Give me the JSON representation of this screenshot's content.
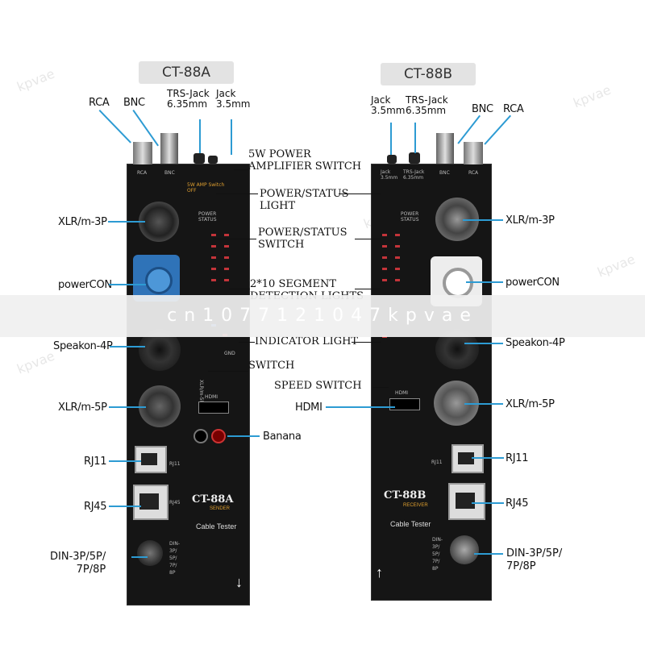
{
  "models": {
    "a": "CT-88A",
    "b": "CT-88B"
  },
  "left_labels": {
    "rca": "RCA",
    "bnc": "BNC",
    "trs": "TRS-Jack\n6.35mm",
    "jack": "Jack\n3.5mm",
    "xlr3": "XLR/m-3P",
    "powercon": "powerCON",
    "speakon": "Speakon-4P",
    "xlr5": "XLR/m-5P",
    "rj11": "RJ11",
    "rj45": "RJ45",
    "din": "DIN-3P/5P/\n7P/8P",
    "banana": "Banana"
  },
  "right_labels": {
    "jack": "Jack\n3.5mm",
    "trs": "TRS-Jack\n6.35mm",
    "bnc": "BNC",
    "rca": "RCA",
    "xlr3": "XLR/m-3P",
    "powercon": "powerCON",
    "speakon": "Speakon-4P",
    "xlr5": "XLR/m-5P",
    "rj11": "RJ11",
    "rj45": "RJ45",
    "din": "DIN-3P/5P/\n7P/8P",
    "hdmi": "HDMI"
  },
  "middle_labels": {
    "amp": "5W POWER\nAMPLIFIER SWITCH",
    "light": "POWER/STATUS\nLIGHT",
    "switch": "POWER/STATUS\nSWITCH",
    "segment": "2*10 SEGMENT\nDETECTION LIGHTS",
    "indicator": "INDICATOR LIGHT",
    "sw": "SWITCH",
    "speed": "SPEED SWITCH"
  },
  "device_text": {
    "a_title": "CT-88A",
    "a_sub": "SENDER",
    "a_foot": "Cable Tester",
    "b_title": "CT-88B",
    "b_sub": "RECEIVER",
    "b_foot": "Cable Tester",
    "rca": "RCA",
    "bnc": "BNC",
    "trs": "TRS-Jack\n6.35mm",
    "jack": "Jack\n3.5mm",
    "power_status": "POWER\nSTATUS",
    "gnd": "GND",
    "hdmi": "HDMI",
    "rj11": "RJ11",
    "rj45": "RJ45",
    "din": "DIN-\n3P/\n5P/\n7P/\n8P",
    "amp": "5W AMP Switch\nOFF",
    "xlr5": "XLR/m-5P"
  },
  "watermark": {
    "band": "cn1077121047kpvae",
    "small": "kpvae"
  },
  "colors": {
    "accent": "#2d9bd3",
    "panel": "#151515",
    "powercon_blue": "#2f73b8",
    "led": "#c4343a"
  }
}
